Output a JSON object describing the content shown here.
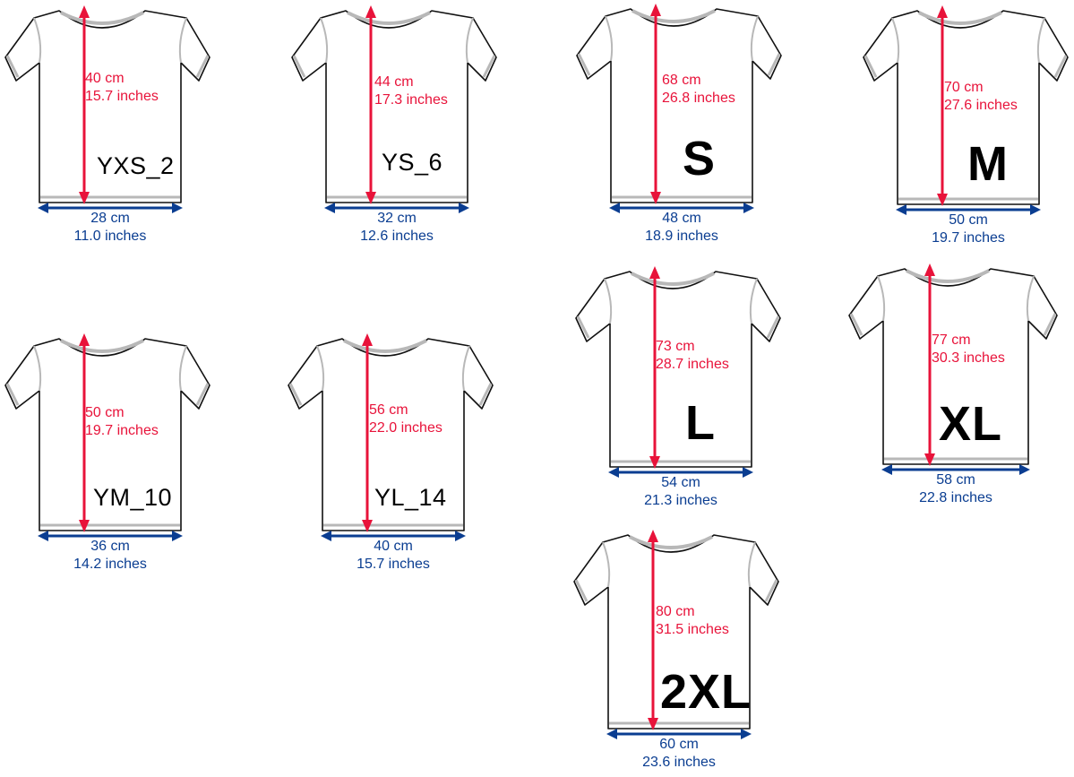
{
  "shirts": [
    {
      "id": "yxs2",
      "size": "YXS_2",
      "length_cm": "40 cm",
      "length_in": "15.7 inches",
      "width_cm": "28 cm",
      "width_in": "11.0 inches"
    },
    {
      "id": "ys6",
      "size": "YS_6",
      "length_cm": "44 cm",
      "length_in": "17.3 inches",
      "width_cm": "32 cm",
      "width_in": "12.6 inches"
    },
    {
      "id": "s",
      "size": "S",
      "length_cm": "68 cm",
      "length_in": "26.8 inches",
      "width_cm": "48 cm",
      "width_in": "18.9 inches"
    },
    {
      "id": "m",
      "size": "M",
      "length_cm": "70 cm",
      "length_in": "27.6 inches",
      "width_cm": "50 cm",
      "width_in": "19.7 inches"
    },
    {
      "id": "ym10",
      "size": "YM_10",
      "length_cm": "50 cm",
      "length_in": "19.7 inches",
      "width_cm": "36 cm",
      "width_in": "14.2 inches"
    },
    {
      "id": "yl14",
      "size": "YL_14",
      "length_cm": "56 cm",
      "length_in": "22.0 inches",
      "width_cm": "40 cm",
      "width_in": "15.7 inches"
    },
    {
      "id": "l",
      "size": "L",
      "length_cm": "73 cm",
      "length_in": "28.7 inches",
      "width_cm": "54 cm",
      "width_in": "21.3 inches"
    },
    {
      "id": "xl",
      "size": "XL",
      "length_cm": "77 cm",
      "length_in": "30.3 inches",
      "width_cm": "58 cm",
      "width_in": "22.8 inches"
    },
    {
      "id": "xxl",
      "size": "2XL",
      "length_cm": "80 cm",
      "length_in": "31.5 inches",
      "width_cm": "60 cm",
      "width_in": "23.6 inches"
    }
  ],
  "colors": {
    "length_arrow": "#e8133a",
    "width_arrow": "#0a3d91",
    "outline": "#111111",
    "trim": "#b8b8b8"
  }
}
